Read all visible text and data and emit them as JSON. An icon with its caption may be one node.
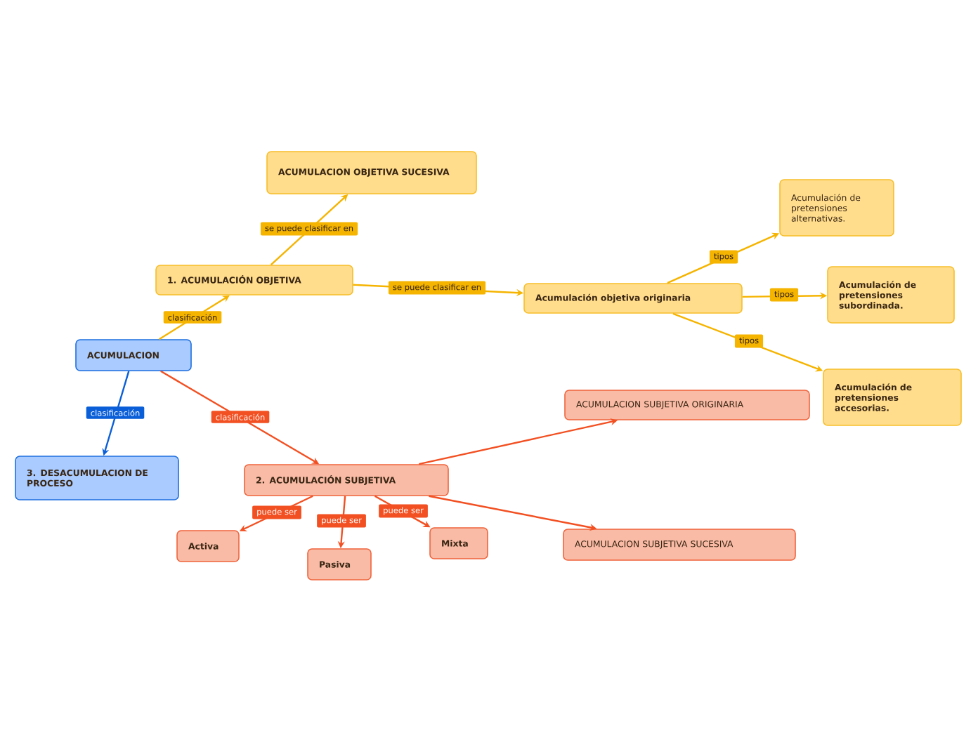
{
  "diagram": {
    "nodes": [
      {
        "text": [
          "ACUMULACION"
        ]
      },
      {
        "text": [
          "1. ACUMULACIÓN OBJETIVA"
        ]
      },
      {
        "text": [
          "ACUMULACION OBJETIVA SUCESIVA"
        ]
      },
      {
        "text": [
          "Acumulación objetiva originaria"
        ]
      },
      {
        "text": [
          "Acumulación de pretensiones alternativas."
        ]
      },
      {
        "text": [
          "Acumulación de pretensiones subordinada."
        ]
      },
      {
        "text": [
          "Acumulación de pretensiones accesorias."
        ]
      },
      {
        "text": [
          "3. DESACUMULACION DE PROCESO"
        ]
      },
      {
        "text": [
          "2. ACUMULACIÓN SUBJETIVA"
        ]
      },
      {
        "text": [
          "ACUMULACION SUBJETIVA ORIGINARIA"
        ]
      },
      {
        "text": [
          "ACUMULACION SUBJETIVA SUCESIVA"
        ]
      },
      {
        "text": [
          "Activa"
        ]
      },
      {
        "text": [
          "Pasiva"
        ]
      },
      {
        "text": [
          "Mixta"
        ]
      }
    ],
    "edges": [
      {
        "from": 0,
        "to": 1,
        "arrow": "to",
        "label": "clasificación",
        "color": "#f5b400"
      },
      {
        "from": 1,
        "to": 2,
        "arrow": "to",
        "label": "se puede clasificar en",
        "color": "#f5b400"
      },
      {
        "from": 1,
        "to": 3,
        "arrow": "to",
        "label": "se puede clasificar en",
        "color": "#f5b400"
      },
      {
        "from": 3,
        "to": 4,
        "arrow": "to",
        "label": "tipos",
        "color": "#f5b400"
      },
      {
        "from": 3,
        "to": 5,
        "arrow": "to",
        "label": "tipos",
        "color": "#f5b400"
      },
      {
        "from": 3,
        "to": 6,
        "arrow": "to",
        "label": "tipos",
        "color": "#f5b400"
      },
      {
        "from": 0,
        "to": 7,
        "arrow": "to",
        "label": "clasificación",
        "color": "#0a5fd8"
      },
      {
        "from": 0,
        "to": 8,
        "arrow": "to",
        "label": "clasificación",
        "color": "#f25022"
      },
      {
        "from": 8,
        "to": 9,
        "arrow": "to",
        "color": "#f25022"
      },
      {
        "from": 8,
        "to": 10,
        "arrow": "to",
        "color": "#f25022"
      },
      {
        "from": 8,
        "to": 11,
        "arrow": "to",
        "label": "puede ser",
        "color": "#f25022"
      },
      {
        "from": 8,
        "to": 12,
        "arrow": "to",
        "label": "puede ser",
        "color": "#f25022"
      },
      {
        "from": 8,
        "to": 13,
        "arrow": "to",
        "label": "puede ser",
        "color": "#f25022"
      }
    ]
  }
}
